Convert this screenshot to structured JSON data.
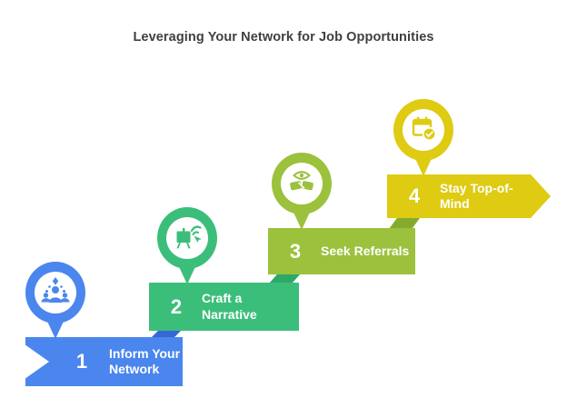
{
  "title": "Leveraging Your Network for Job Opportunities",
  "steps": [
    {
      "number": "1",
      "label": "Inform Your Network",
      "color": "#4a86ee",
      "fold_color": "#3568d4",
      "icon": "people-network-icon"
    },
    {
      "number": "2",
      "label": "Craft a Narrative",
      "color": "#3cbe7b",
      "fold_color": "#2da869",
      "icon": "presentation-board-icon"
    },
    {
      "number": "3",
      "label": "Seek Referrals",
      "color": "#9cc13c",
      "fold_color": "#85ab2b",
      "icon": "handshake-referral-icon"
    },
    {
      "number": "4",
      "label": "Stay Top-of-Mind",
      "color": "#decb12",
      "fold_color": "#b7a70e",
      "icon": "calendar-check-icon"
    }
  ]
}
